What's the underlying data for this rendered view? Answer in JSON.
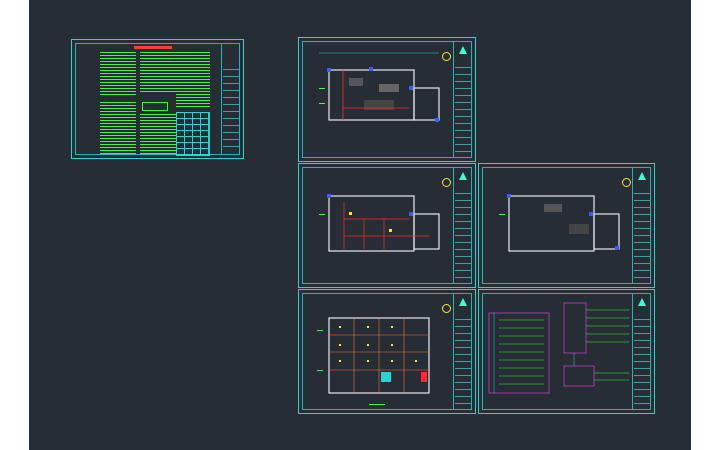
{
  "viewer": {
    "background": "#262d35",
    "frame_color": "#2ad4d4"
  },
  "sheets": [
    {
      "id": "notes-sheet",
      "kind": "design-notes"
    },
    {
      "id": "plan-1",
      "kind": "floor-plan"
    },
    {
      "id": "plan-2",
      "kind": "floor-plan"
    },
    {
      "id": "plan-3",
      "kind": "floor-plan"
    },
    {
      "id": "plan-4",
      "kind": "floor-plan"
    },
    {
      "id": "system-diagram",
      "kind": "wiring-diagram"
    }
  ],
  "icons": [
    "north-arrow-icon",
    "logo-icon"
  ]
}
